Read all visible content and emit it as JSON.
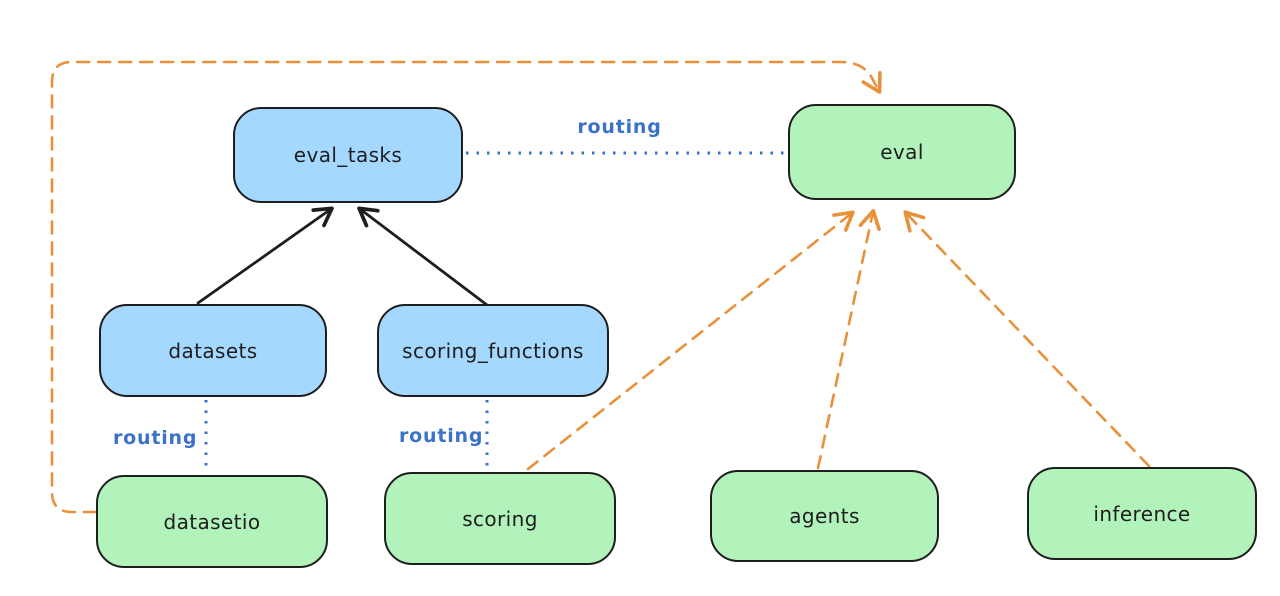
{
  "diagram": {
    "title": "",
    "nodes": {
      "eval_tasks": {
        "label": "eval_tasks",
        "color": "blue"
      },
      "eval": {
        "label": "eval",
        "color": "green"
      },
      "datasets": {
        "label": "datasets",
        "color": "blue"
      },
      "scoring_functions": {
        "label": "scoring_functions",
        "color": "blue"
      },
      "datasetio": {
        "label": "datasetio",
        "color": "green"
      },
      "scoring": {
        "label": "scoring",
        "color": "green"
      },
      "agents": {
        "label": "agents",
        "color": "green"
      },
      "inference": {
        "label": "inference",
        "color": "green"
      }
    },
    "edge_labels": {
      "routing_top": "routing",
      "routing_datasets": "routing",
      "routing_scoring": "routing"
    },
    "edges": [
      {
        "from": "datasets",
        "to": "eval_tasks",
        "style": "solid",
        "color": "black",
        "arrow": true
      },
      {
        "from": "scoring_functions",
        "to": "eval_tasks",
        "style": "solid",
        "color": "black",
        "arrow": true
      },
      {
        "from": "eval_tasks",
        "to": "eval",
        "style": "dotted",
        "color": "blue",
        "arrow": false,
        "label": "routing"
      },
      {
        "from": "datasets",
        "to": "datasetio",
        "style": "dotted",
        "color": "blue",
        "arrow": false,
        "label": "routing"
      },
      {
        "from": "scoring_functions",
        "to": "scoring",
        "style": "dotted",
        "color": "blue",
        "arrow": false,
        "label": "routing"
      },
      {
        "from": "datasetio",
        "to": "eval",
        "style": "dashed",
        "color": "orange",
        "arrow": true,
        "route": "around-left-and-top"
      },
      {
        "from": "scoring",
        "to": "eval",
        "style": "dashed",
        "color": "orange",
        "arrow": true
      },
      {
        "from": "agents",
        "to": "eval",
        "style": "dashed",
        "color": "orange",
        "arrow": true
      },
      {
        "from": "inference",
        "to": "eval",
        "style": "dashed",
        "color": "orange",
        "arrow": true
      }
    ],
    "colors": {
      "node_blue": "#a5d8ff",
      "node_green": "#b2f2bb",
      "stroke_dark": "#1e1e1e",
      "edge_orange": "#e8913a",
      "edge_blue": "#3b72c9",
      "canvas_bg": "#ffffff"
    }
  }
}
